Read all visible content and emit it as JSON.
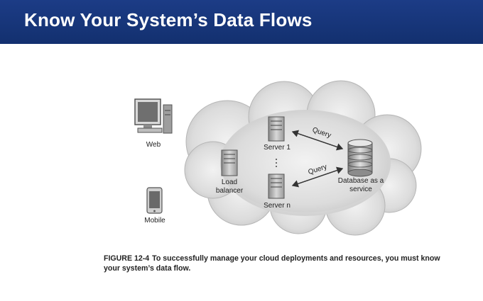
{
  "header": {
    "title": "Know Your System’s Data Flows"
  },
  "diagram": {
    "web_label": "Web",
    "mobile_label": "Mobile",
    "load_balancer_label": "Load\nbalancer",
    "server1_label": "Server 1",
    "servern_label": "Server n",
    "database_label": "Database as a\nservice",
    "query_label_top": "Query",
    "query_label_bottom": "Query"
  },
  "caption": {
    "figure_number": "FIGURE 12-4",
    "text": "To successfully manage your cloud deployments and resources, you must know your system’s data flow."
  }
}
